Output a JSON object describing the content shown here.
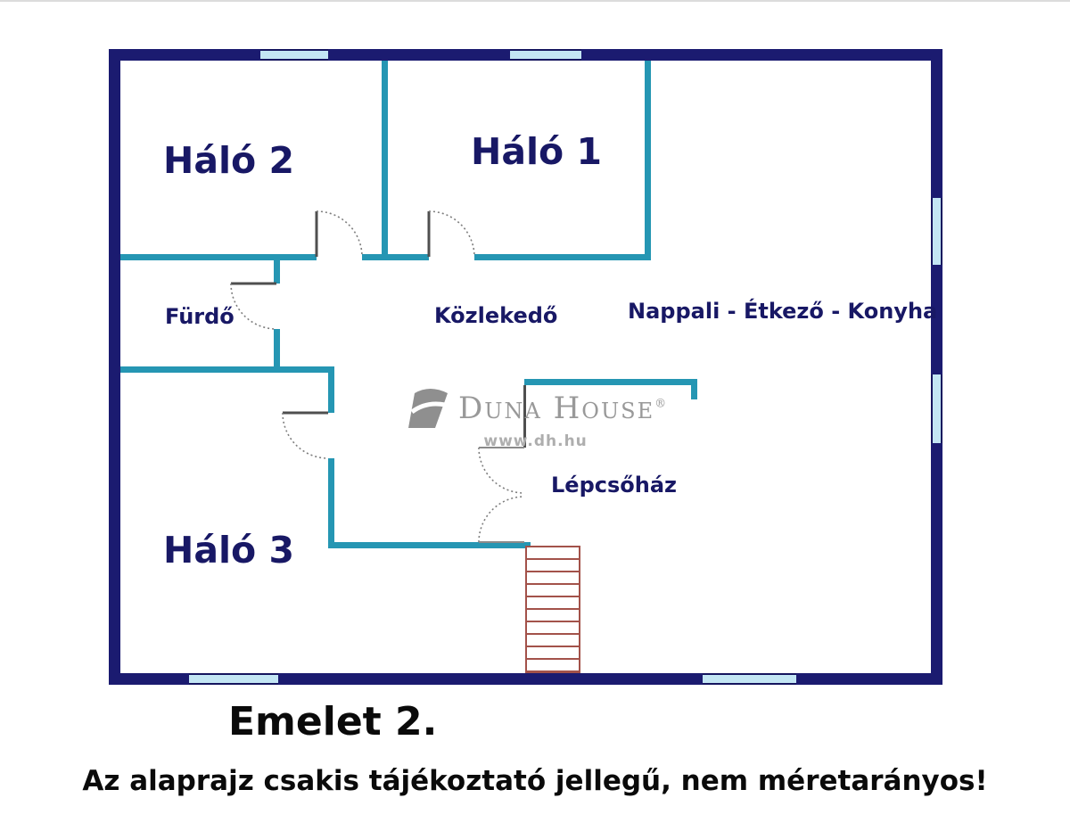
{
  "floorplan": {
    "rooms": [
      {
        "id": "halo-2",
        "label": "Háló 2"
      },
      {
        "id": "halo-1",
        "label": "Háló 1"
      },
      {
        "id": "furdo",
        "label": "Fürdő"
      },
      {
        "id": "kozlekedo",
        "label": "Közlekedő"
      },
      {
        "id": "nappali-etkezo-konyha",
        "label": "Nappali - Étkező - Konyha"
      },
      {
        "id": "lepcsohaz",
        "label": "Lépcsőház"
      },
      {
        "id": "halo-3",
        "label": "Háló 3"
      }
    ],
    "colors": {
      "outer_wall": "#1b1b70",
      "inner_wall": "#2596b3",
      "gray_wall": "#4f4f4f",
      "window_fill": "#c3e6f4",
      "window_edge": "#15155e",
      "room_label": "#181865",
      "stairs": "#a3524a",
      "door_arc": "#7d7d7d"
    }
  },
  "watermark": {
    "brand": "Duna House",
    "registered_mark": "®",
    "url": "www.dh.hu"
  },
  "captions": {
    "floor": "Emelet 2.",
    "disclaimer": "Az alaprajz csakis tájékoztató jellegű, nem méretarányos!"
  }
}
